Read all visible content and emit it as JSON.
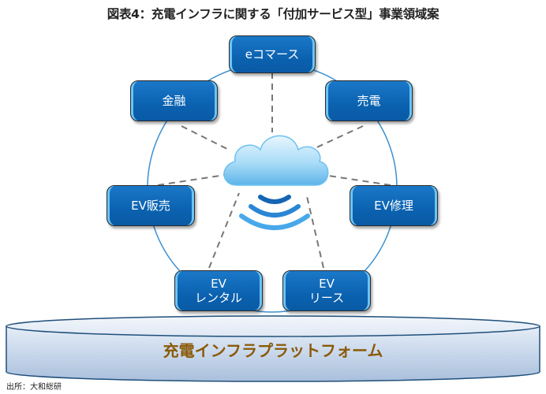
{
  "title": "図表4：充電インフラに関する「付加サービス型」事業領域案",
  "hub": {
    "icon": "cloud-wireless-icon"
  },
  "nodes": [
    {
      "id": "ecommerce",
      "label": "eコマース"
    },
    {
      "id": "finance",
      "label": "金融"
    },
    {
      "id": "power-sales",
      "label": "売電"
    },
    {
      "id": "ev-sales",
      "label": "EV販売"
    },
    {
      "id": "ev-repair",
      "label": "EV修理"
    },
    {
      "id": "ev-rental",
      "label": "EV\nレンタル"
    },
    {
      "id": "ev-lease",
      "label": "EV\nリース"
    }
  ],
  "platform": {
    "label": "充電インフラプラットフォーム"
  },
  "source": "出所：大和総研",
  "colors": {
    "node": "#0b62b0",
    "ring": "#3b8fd0",
    "dash": "#777777",
    "platform_text": "#8a5a0a"
  }
}
